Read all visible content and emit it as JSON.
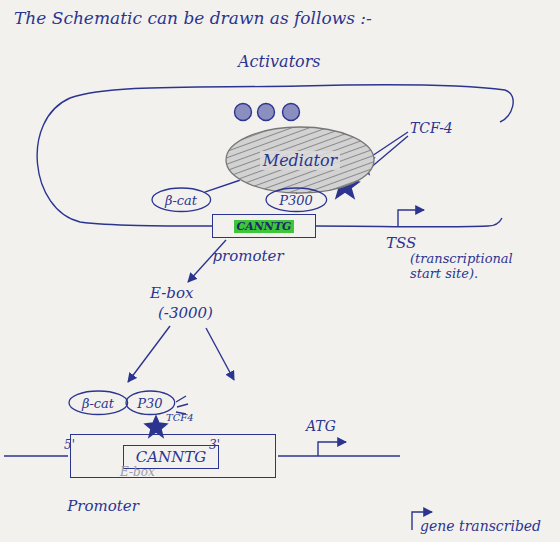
{
  "diagram": {
    "title": "The Schematic can be drawn as follows :-",
    "nodes": [
      {
        "text": [
          "Mediator"
        ]
      },
      {
        "text": [
          "β-cat"
        ]
      },
      {
        "text": [
          "P300"
        ]
      },
      {
        "text": [
          "CANNTG",
          "promoter"
        ]
      },
      {
        "text": [
          "β-cat"
        ]
      },
      {
        "text": [
          "P30"
        ]
      },
      {
        "text": [
          "Promoter"
        ]
      },
      {
        "text": [
          "CANNTG"
        ],
        "in": 6
      }
    ],
    "edges": [
      {
        "from": 1,
        "to": 0,
        "arrow": "none"
      },
      {
        "from": 2,
        "to": 0,
        "arrow": "none"
      }
    ],
    "labels": [
      "Activators",
      "TCF-4",
      "TSS",
      "(transcriptional start site).",
      "E-box",
      "(-3000)",
      "TCF4",
      "5'",
      "3'",
      "E-box",
      "ATG",
      "gene transcribed"
    ]
  }
}
